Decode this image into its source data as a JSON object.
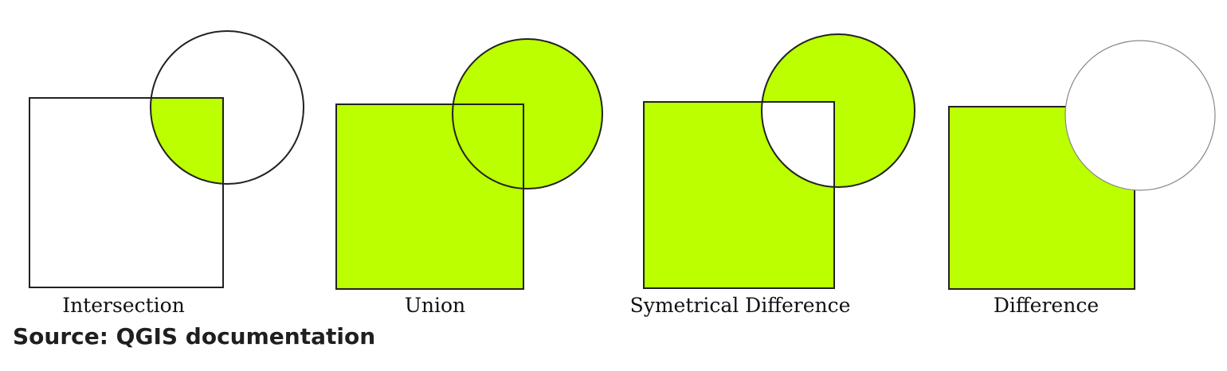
{
  "diagram": {
    "fill_color": "#BBFF00",
    "stroke_color": "#222222",
    "panels": [
      {
        "operation": "intersection",
        "label": "Intersection"
      },
      {
        "operation": "union",
        "label": "Union"
      },
      {
        "operation": "symmetrical_difference",
        "label": "Symetrical Difference"
      },
      {
        "operation": "difference",
        "label": "Difference"
      }
    ]
  },
  "caption": {
    "source": "Source: QGIS documentation"
  }
}
